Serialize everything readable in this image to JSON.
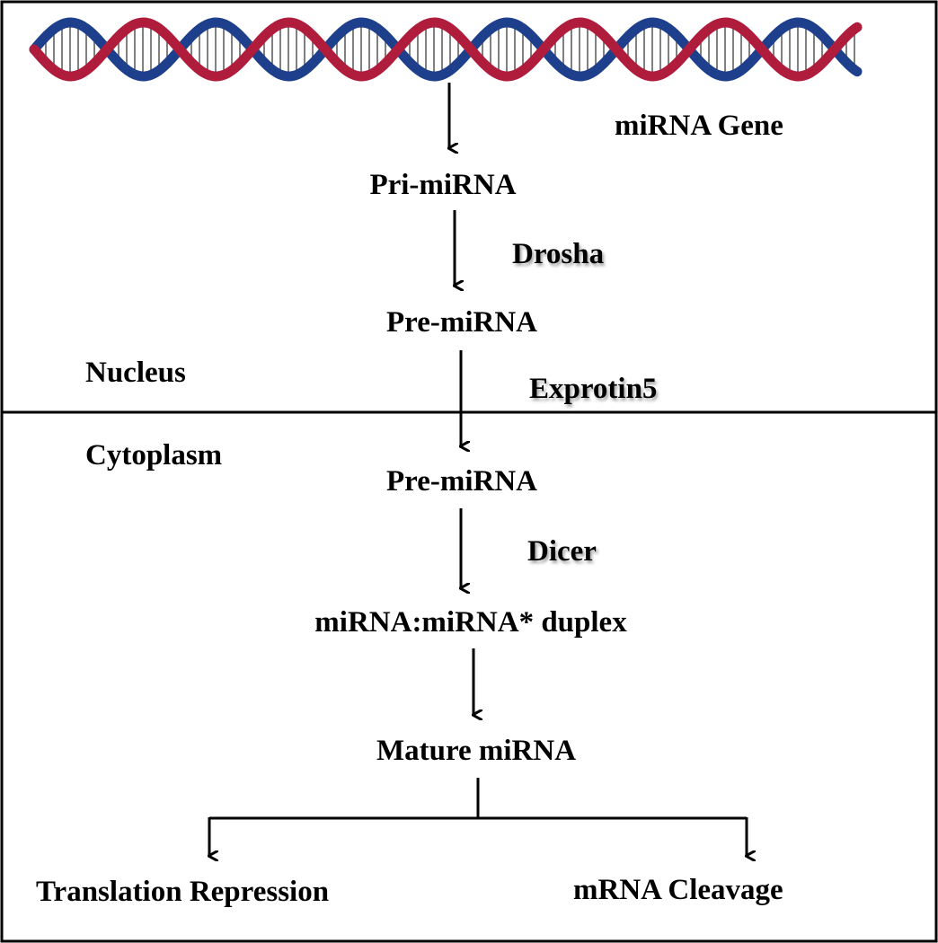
{
  "diagram": {
    "gene_label": "miRNA Gene",
    "compartments": {
      "nucleus": "Nucleus",
      "cytoplasm": "Cytoplasm"
    },
    "steps": {
      "pri_mirna": "Pri-miRNA",
      "pre_mirna_nucleus": "Pre-miRNA",
      "pre_mirna_cytoplasm": "Pre-miRNA",
      "duplex": "miRNA:miRNA* duplex",
      "mature": "Mature miRNA"
    },
    "enzymes": {
      "drosha": "Drosha",
      "exportin": "Exprotin5",
      "dicer": "Dicer"
    },
    "outcomes": {
      "translation_repression": "Translation Repression",
      "mrna_cleavage": "mRNA Cleavage"
    },
    "colors": {
      "strand_red": "#b01c3c",
      "strand_blue": "#1e3f8c",
      "line": "#000000"
    }
  }
}
